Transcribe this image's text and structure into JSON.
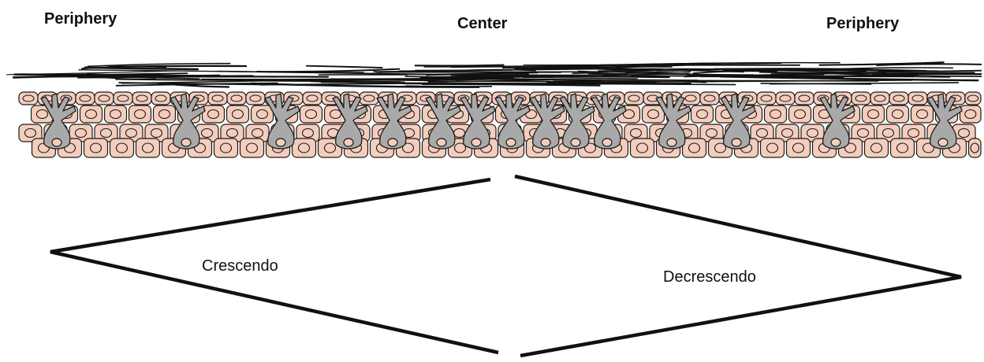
{
  "labels": {
    "left_periphery": "Periphery",
    "center": "Center",
    "right_periphery": "Periphery",
    "crescendo": "Crescendo",
    "decrescendo": "Decrescendo"
  },
  "colors": {
    "keratinocyte_fill": "#f4cdbd",
    "cell_outline": "#1a1a1a",
    "melanocyte_fill": "#a9a9a9",
    "stratum_corneum": "#111111",
    "background": "#ffffff"
  },
  "icons": {
    "keratinocyte": "keratinocyte-cell-icon",
    "melanocyte": "melanocyte-dendritic-cell-icon"
  }
}
